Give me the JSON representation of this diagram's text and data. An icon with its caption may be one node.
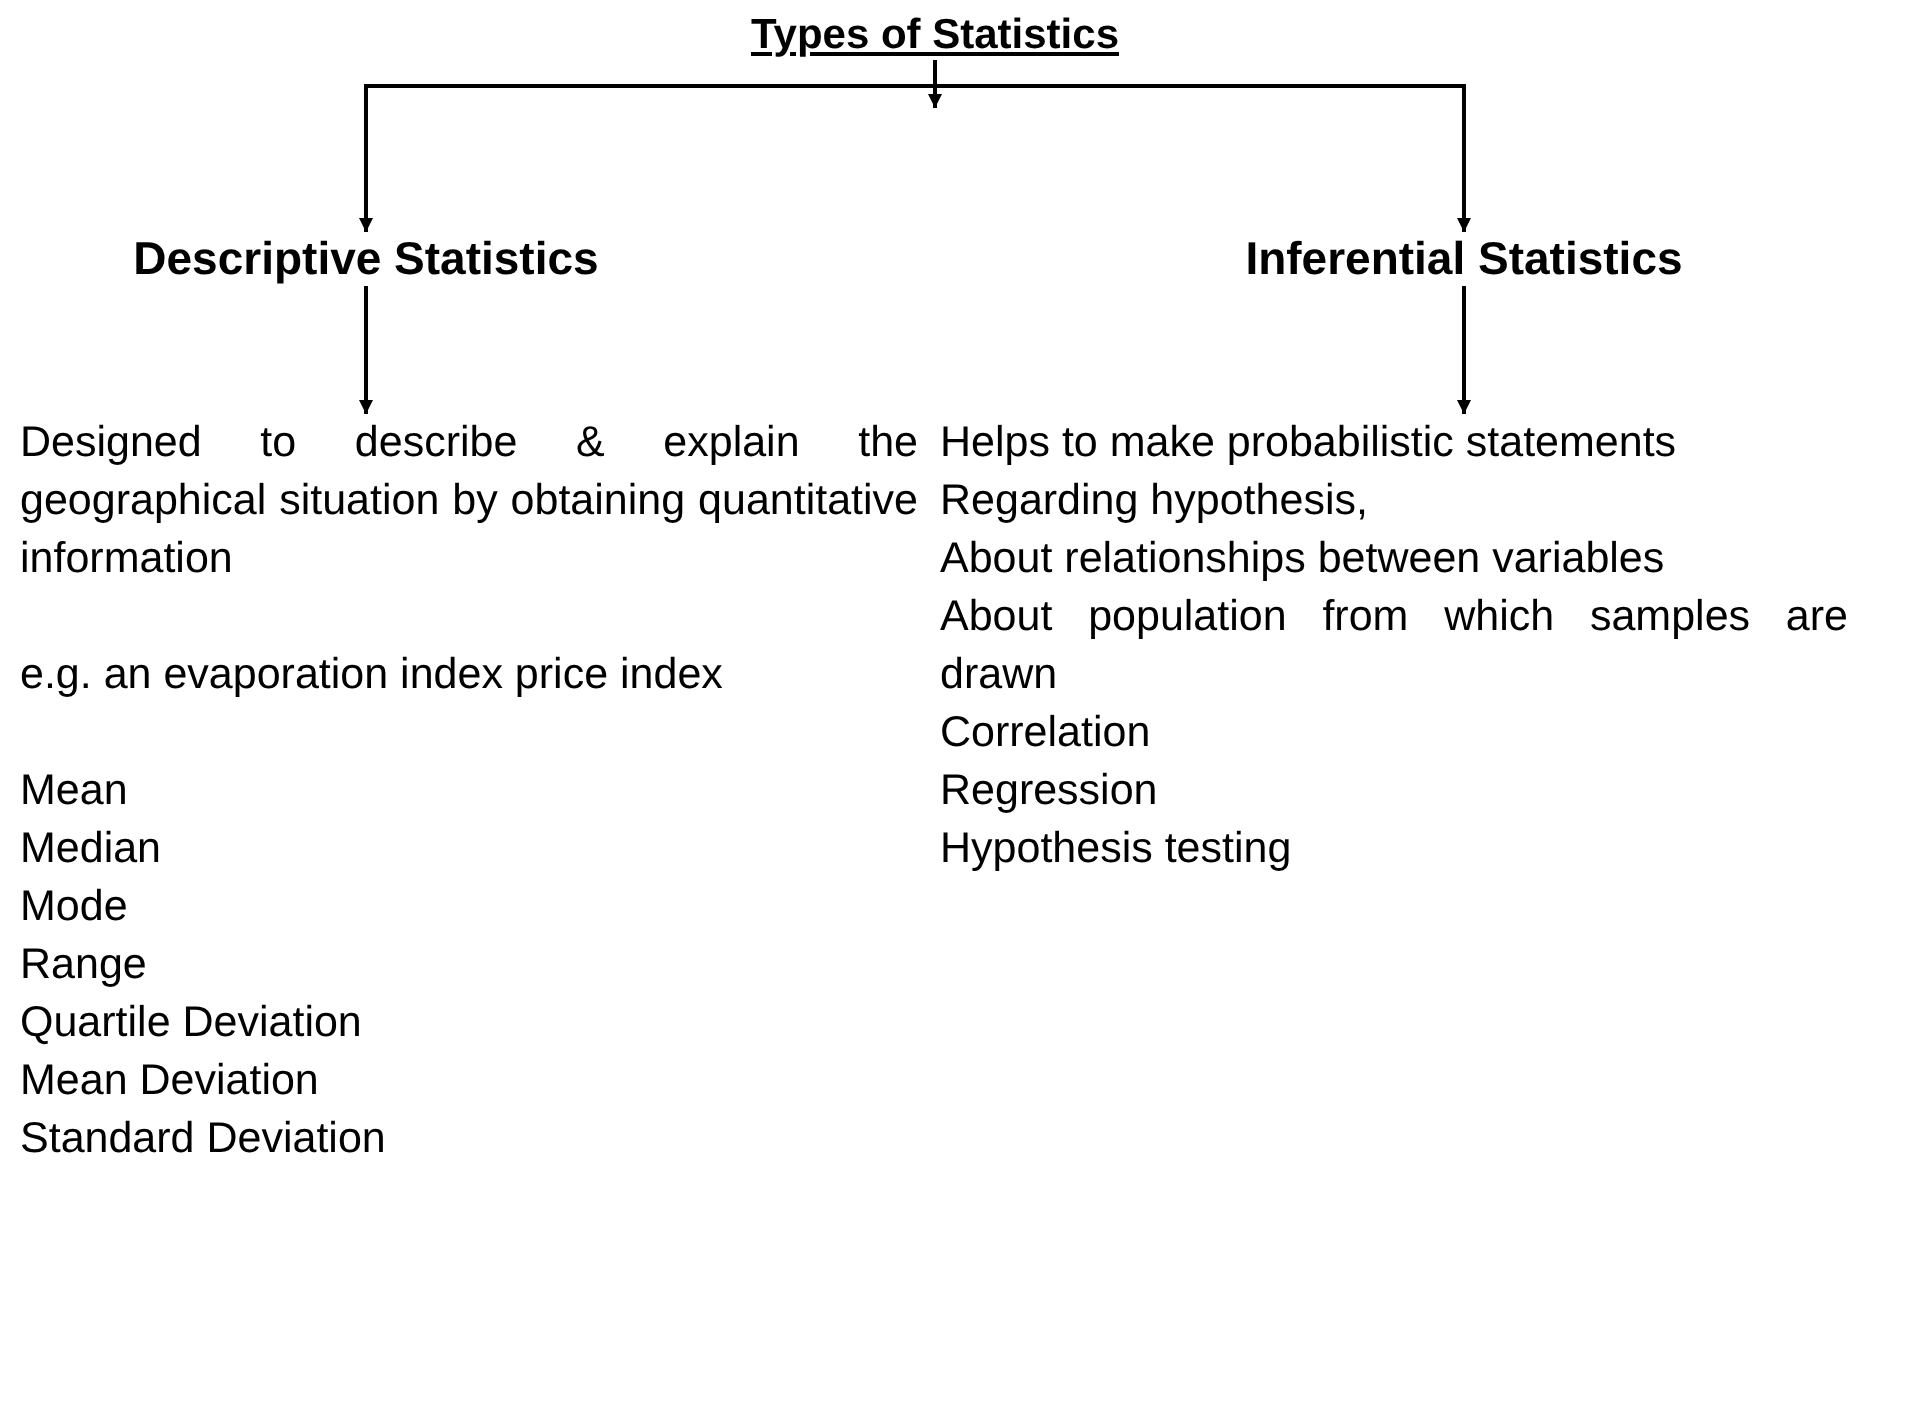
{
  "diagram": {
    "nodes": [
      {
        "text": [
          "Types of Statistics"
        ]
      },
      {
        "text": [
          "Descriptive Statistics"
        ]
      },
      {
        "text": [
          "Inferential Statistics"
        ]
      },
      {
        "text": [
          "Designed to describe & explain the geographical situation by obtaining quantitative information",
          "e.g. an evaporation index price index",
          "Mean",
          "Median",
          "Mode",
          "Range",
          "Quartile Deviation",
          "Mean Deviation",
          "Standard Deviation"
        ]
      },
      {
        "text": [
          "Helps to make probabilistic statements",
          "Regarding hypothesis,",
          "About relationships between variables",
          "About population from which samples are drawn",
          "Correlation",
          "Regression",
          "Hypothesis testing"
        ]
      }
    ],
    "edges": [
      {
        "from": 0,
        "to": 1,
        "arrow": "to"
      },
      {
        "from": 0,
        "to": 2,
        "arrow": "to"
      },
      {
        "from": 1,
        "to": 3,
        "arrow": "to"
      },
      {
        "from": 2,
        "to": 4,
        "arrow": "to"
      }
    ]
  }
}
